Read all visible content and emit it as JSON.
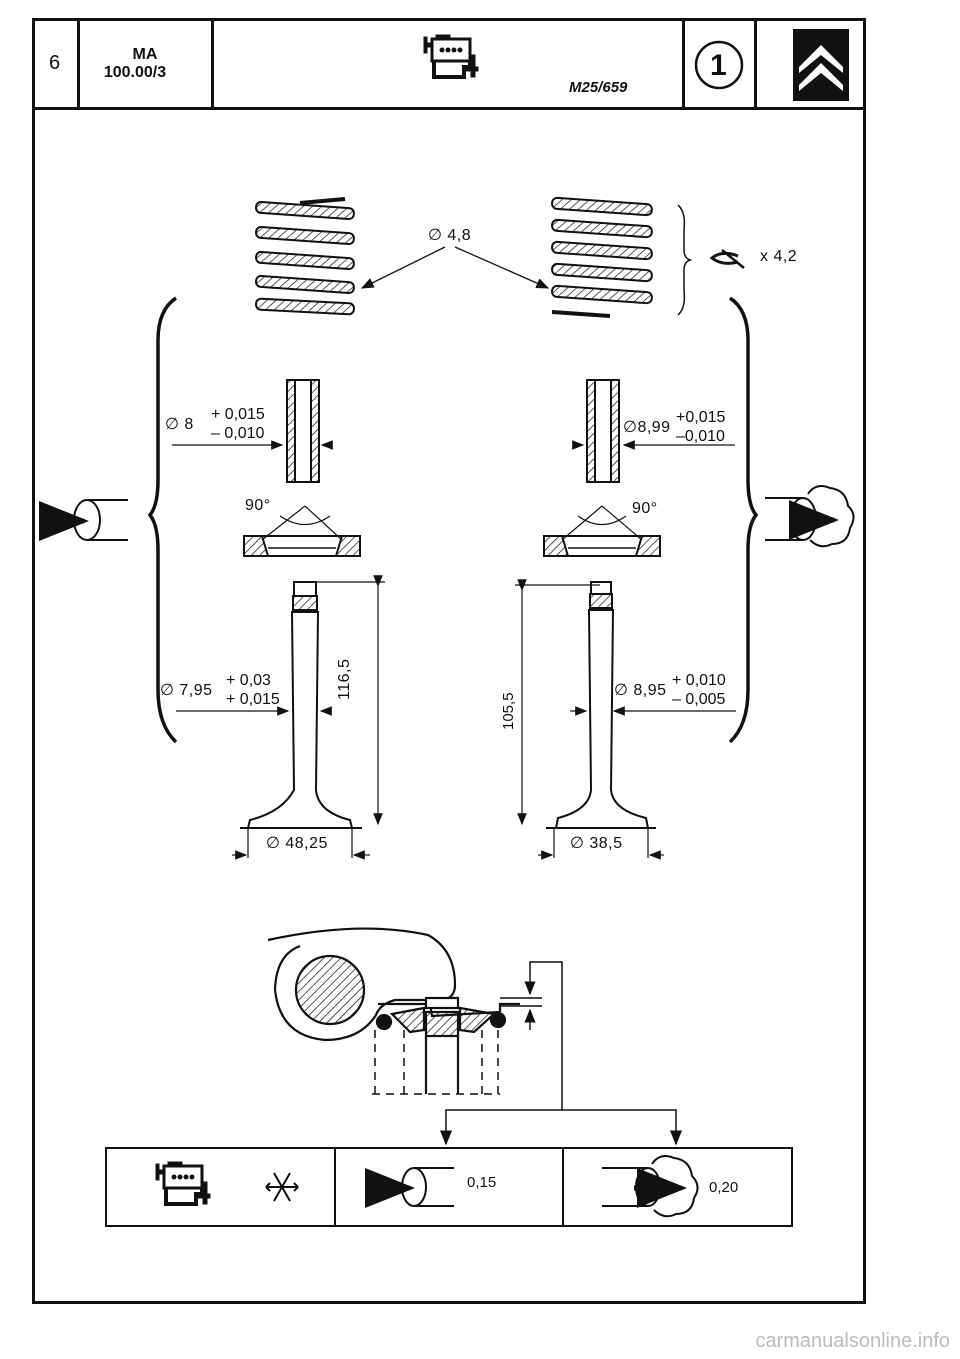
{
  "header": {
    "page_number": "6",
    "manual_code": "MA",
    "section_code": "100.00/3",
    "ref_code": "M25/659",
    "circle_number": "1",
    "icons": [
      "engine-icon",
      "citroen-logo"
    ]
  },
  "springs": {
    "wire_diameter": "∅ 4,8",
    "turns": "x 4,2",
    "turns_icon": "coil-turns-icon"
  },
  "intake": {
    "guide_diameter": "∅ 8",
    "guide_tol_plus": "+ 0,015",
    "guide_tol_minus": "– 0,010",
    "seat_angle": "90°",
    "stem_diameter": "∅ 7,95",
    "stem_tol_1": "+ 0,03",
    "stem_tol_2": "+ 0,015",
    "length": "116,5",
    "head_diameter": "∅ 48,25",
    "icon": "intake-icon"
  },
  "exhaust": {
    "guide_diameter": "∅8,99",
    "guide_tol_plus": "+0,015",
    "guide_tol_minus": "–0,010",
    "seat_angle": "90°",
    "stem_diameter": "∅ 8,95",
    "stem_tol_1": "+ 0,010",
    "stem_tol_2": "– 0,005",
    "length": "105,5",
    "head_diameter": "∅ 38,5",
    "icon": "exhaust-icon"
  },
  "clearance_table": {
    "condition_icons": [
      "engine-icon",
      "snowflake-icon"
    ],
    "intake_value": "0,15",
    "exhaust_value": "0,20"
  },
  "watermark": "carmanualsonline.info"
}
